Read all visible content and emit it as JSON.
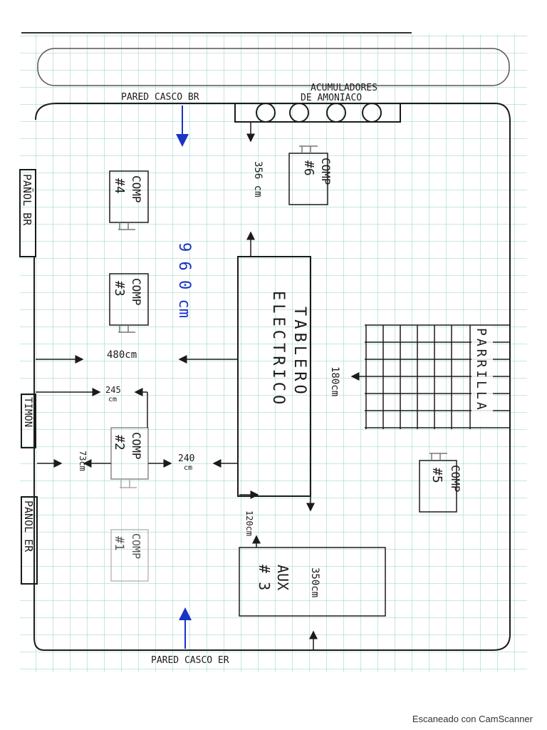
{
  "labels": {
    "pared_br": "PARED CASCO BR",
    "pared_er": "PARED CASCO ER",
    "acumuladores": "ACUMULADORES",
    "de_amoniaco": "DE  AMONIACO",
    "panol_br": "PAÑOL BR",
    "panol_er": "PAÑOL ER",
    "timon": "TIMÓN",
    "tablero": "TABLERO",
    "electrico": "ELECTRICO",
    "parrilla": "PARRILLA",
    "aux": "AUX",
    "aux_num": "# 3",
    "comp": "COMP",
    "comp1": "#1",
    "comp2": "#2",
    "comp3": "#3",
    "comp4": "#4",
    "comp5": "#5",
    "comp6": "#6"
  },
  "dimensions": {
    "d960": "9 6 0 cm",
    "d480": "480cm",
    "d356": "356 cm",
    "d180": "180cm",
    "d245": "245",
    "d245u": "cm",
    "d240": "240",
    "d240u": "cm",
    "d73": "73cm",
    "d120": "120cm",
    "d350": "350cm"
  },
  "footer": "Escaneado con CamScanner",
  "colors": {
    "ink": "#1b1b1b",
    "blue": "#1a34c8",
    "grid": "#8fcfc6"
  }
}
